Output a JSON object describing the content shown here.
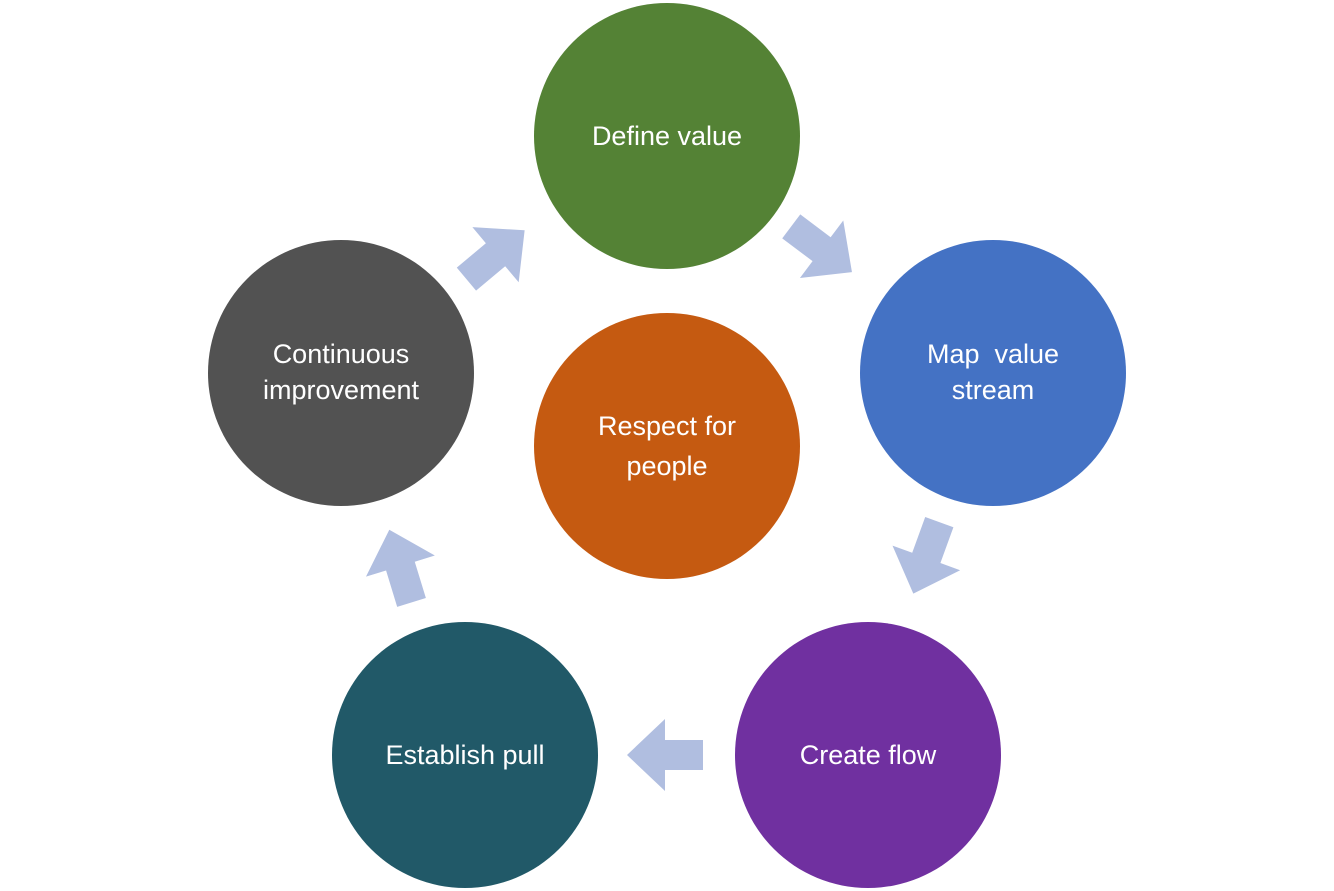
{
  "diagram": {
    "arrow_color": "#b0bee0",
    "text_color": "#ffffff",
    "center": {
      "label_lines": [
        "Respect for",
        "people"
      ],
      "color": "#c55a11"
    },
    "nodes": [
      {
        "id": "define-value",
        "label_lines": [
          "Define value"
        ],
        "color": "#548235"
      },
      {
        "id": "map-value-stream",
        "label_lines": [
          "Map  value",
          "stream"
        ],
        "color": "#4472c4"
      },
      {
        "id": "create-flow",
        "label_lines": [
          "Create flow"
        ],
        "color": "#7030a0"
      },
      {
        "id": "establish-pull",
        "label_lines": [
          "Establish pull"
        ],
        "color": "#215968"
      },
      {
        "id": "continuous-improvement",
        "label_lines": [
          "Continuous",
          "improvement"
        ],
        "color": "#525252"
      }
    ],
    "arrows": [
      {
        "from": "define-value",
        "to": "map-value-stream"
      },
      {
        "from": "map-value-stream",
        "to": "create-flow"
      },
      {
        "from": "create-flow",
        "to": "establish-pull"
      },
      {
        "from": "establish-pull",
        "to": "continuous-improvement"
      },
      {
        "from": "continuous-improvement",
        "to": "define-value"
      }
    ]
  }
}
